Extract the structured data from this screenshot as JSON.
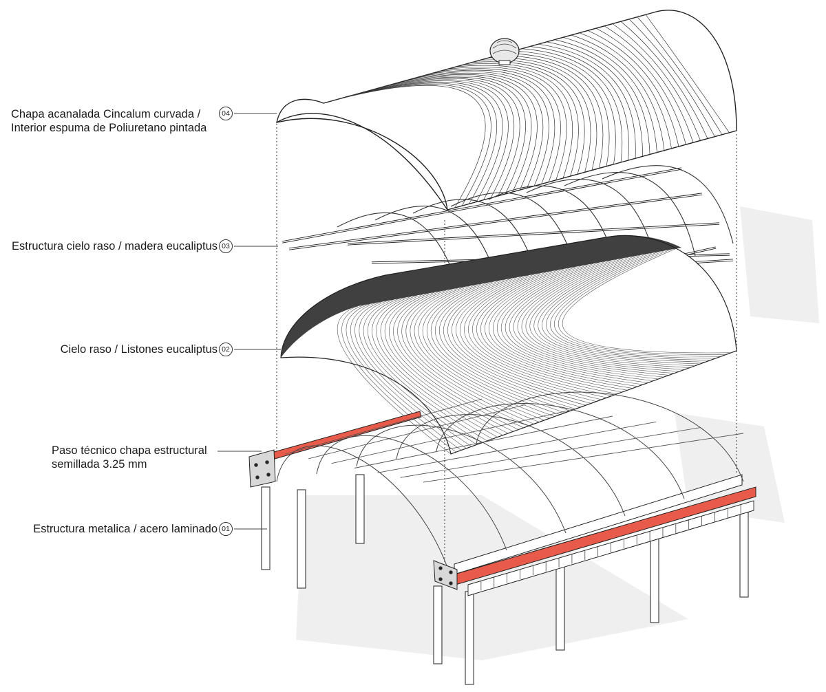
{
  "colors": {
    "accent_red": "#e85a4a",
    "line": "#222222",
    "shadow": "#ececec",
    "background": "#ffffff"
  },
  "callouts": [
    {
      "number": "04",
      "lines": [
        "Chapa acanalada Cincalum curvada /",
        "Interior espuma de Poliuretano pintada"
      ]
    },
    {
      "number": "03",
      "lines": [
        "Estructura cielo raso / madera eucaliptus"
      ]
    },
    {
      "number": "02",
      "lines": [
        "Cielo raso / Listones eucaliptus"
      ]
    },
    {
      "number": "",
      "lines": [
        "Paso técnico chapa estructural",
        "semillada 3.25 mm"
      ]
    },
    {
      "number": "01",
      "lines": [
        "Estructura metalica / acero laminado"
      ]
    }
  ]
}
